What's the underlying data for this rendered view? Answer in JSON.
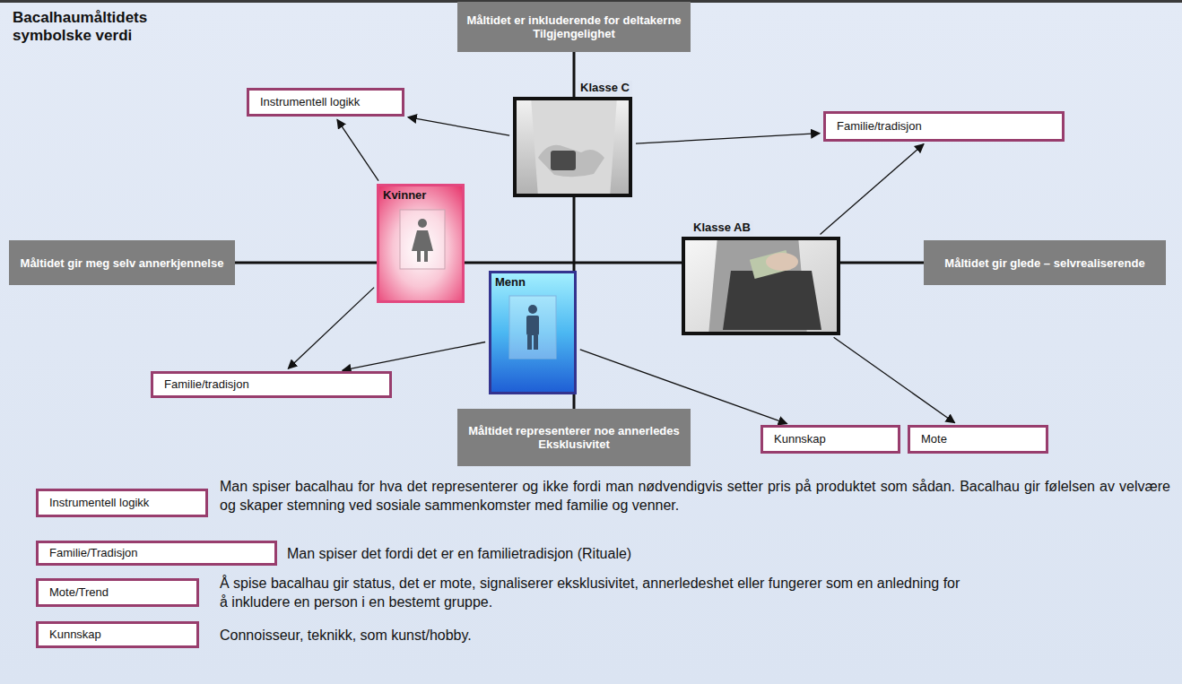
{
  "diagram": {
    "title": "Bacalhaumåltidets symbolske verdi",
    "nodes": [
      {
        "text": [
          "Måltidet er inkluderende for deltakerne",
          "Tilgjengelighet"
        ]
      },
      {
        "text": [
          "Klasse C"
        ]
      },
      {
        "text": [
          "Instrumentell logikk"
        ]
      },
      {
        "text": [
          "Familie/tradisjon"
        ]
      },
      {
        "text": [
          "Kvinner"
        ]
      },
      {
        "text": [
          "Måltidet gir meg selv annerkjennelse"
        ]
      },
      {
        "text": [
          "Klasse AB"
        ]
      },
      {
        "text": [
          "Måltidet gir glede – selvrealiserende"
        ]
      },
      {
        "text": [
          "Menn"
        ]
      },
      {
        "text": [
          "Familie/tradisjon"
        ]
      },
      {
        "text": [
          "Måltidet representerer noe annerledes",
          "Eksklusivitet"
        ]
      },
      {
        "text": [
          "Kunnskap"
        ]
      },
      {
        "text": [
          "Mote"
        ]
      },
      {
        "text": [
          "Instrumentell logikk"
        ]
      },
      {
        "text": [
          "Familie/Tradisjon"
        ]
      },
      {
        "text": [
          "Mote/Trend"
        ]
      },
      {
        "text": [
          "Kunnskap"
        ]
      }
    ],
    "edges": [
      {
        "from": 0,
        "to": 10,
        "arrow": "none"
      },
      {
        "from": 5,
        "to": 7,
        "arrow": "none"
      },
      {
        "from": 1,
        "to": 2,
        "arrow": "to"
      },
      {
        "from": 1,
        "to": 3,
        "arrow": "to"
      },
      {
        "from": 4,
        "to": 2,
        "arrow": "to"
      },
      {
        "from": 4,
        "to": 9,
        "arrow": "to"
      },
      {
        "from": 6,
        "to": 3,
        "arrow": "to"
      },
      {
        "from": 6,
        "to": 12,
        "arrow": "to"
      },
      {
        "from": 8,
        "to": 9,
        "arrow": "to"
      },
      {
        "from": 8,
        "to": 11,
        "arrow": "to"
      }
    ],
    "labels": [
      "Man spiser bacalhau for hva det representerer og ikke fordi man nødvendigvis setter pris på produktet som sådan. Bacalhau gir følelsen av velvære og skaper stemning ved sosiale sammenkomster med familie og venner.",
      "Man spiser det fordi det er en familietradisjon (Rituale)",
      "Å spise bacalhau gir status, det er mote, signaliserer eksklusivitet, annerledeshet eller fungerer som en anledning for å inkludere en person i en bestemt gruppe.",
      "Connoisseur, teknikk, som kunst/hobby."
    ]
  }
}
